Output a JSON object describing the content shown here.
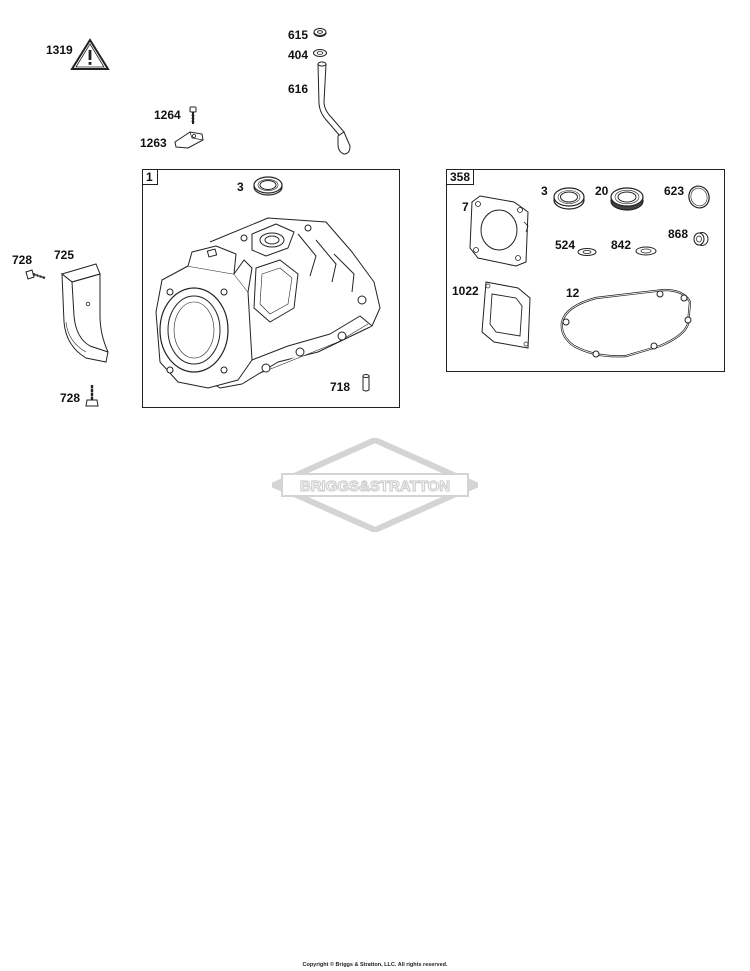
{
  "diagram": {
    "callouts": {
      "c1319": "1319",
      "c615": "615",
      "c404": "404",
      "c616": "616",
      "c1264": "1264",
      "c1263": "1263",
      "c3_cyl": "3",
      "c718": "718",
      "c728_top": "728",
      "c725": "725",
      "c728_bottom": "728",
      "c3_kit": "3",
      "c20": "20",
      "c623": "623",
      "c7": "7",
      "c524": "524",
      "c842": "842",
      "c868": "868",
      "c1022": "1022",
      "c12": "12"
    },
    "boxes": {
      "cylinder_box_number": "1",
      "gasket_kit_box_number": "358"
    },
    "watermark": {
      "logo_text": "BRIGGS&STRATTON",
      "color": "#d4d4d4"
    },
    "footer": {
      "copyright": "Copyright © Briggs & Stratton, LLC. All rights reserved."
    },
    "colors": {
      "line": "#222222",
      "warning_fill": "#ffffff"
    }
  }
}
